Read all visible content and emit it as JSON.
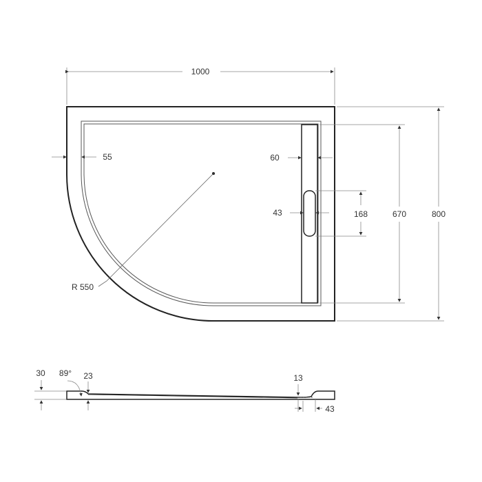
{
  "plan_view": {
    "width": "1000",
    "depth": "800",
    "inner_depth": "670",
    "rim_left": "55",
    "channel_width": "60",
    "drain_width": "43",
    "drain_length": "168",
    "radius": "R 550"
  },
  "side_view": {
    "height": "30",
    "angle": "89°",
    "inner_height": "23",
    "channel_depth": "13",
    "drain_offset": "43"
  },
  "colors": {
    "line": "#222222",
    "dim": "#888888"
  }
}
